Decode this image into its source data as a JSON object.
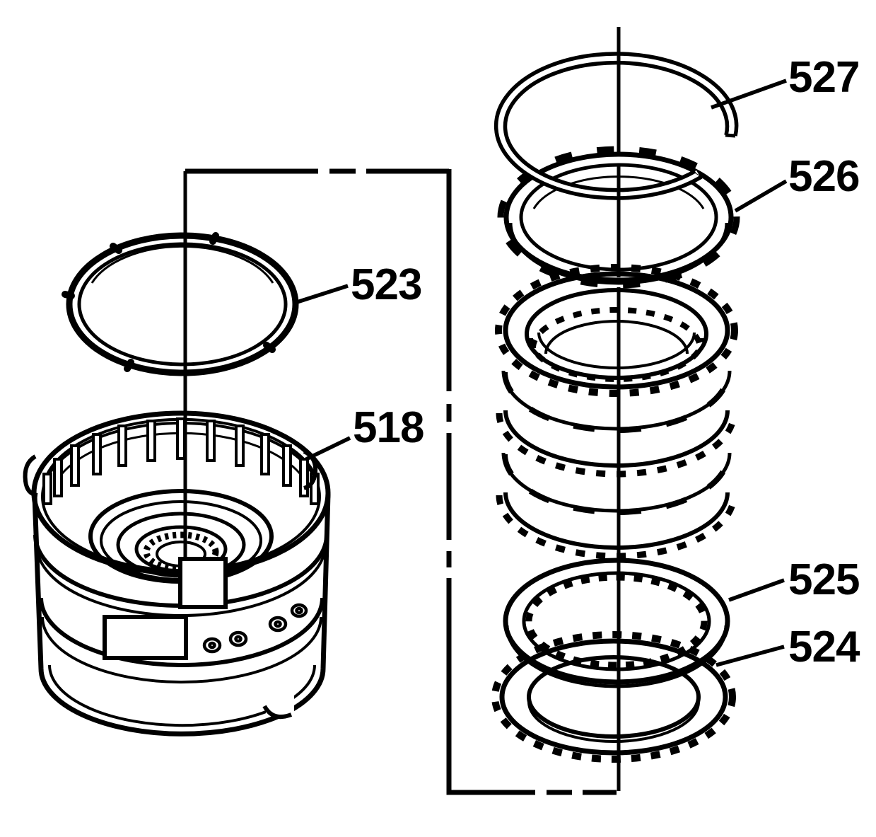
{
  "figure": {
    "background_color": "#ffffff",
    "line_color": "#000000"
  },
  "callouts": [
    {
      "label": "527"
    },
    {
      "label": "526"
    },
    {
      "label": "523"
    },
    {
      "label": "518"
    },
    {
      "label": "525"
    },
    {
      "label": "524"
    }
  ]
}
